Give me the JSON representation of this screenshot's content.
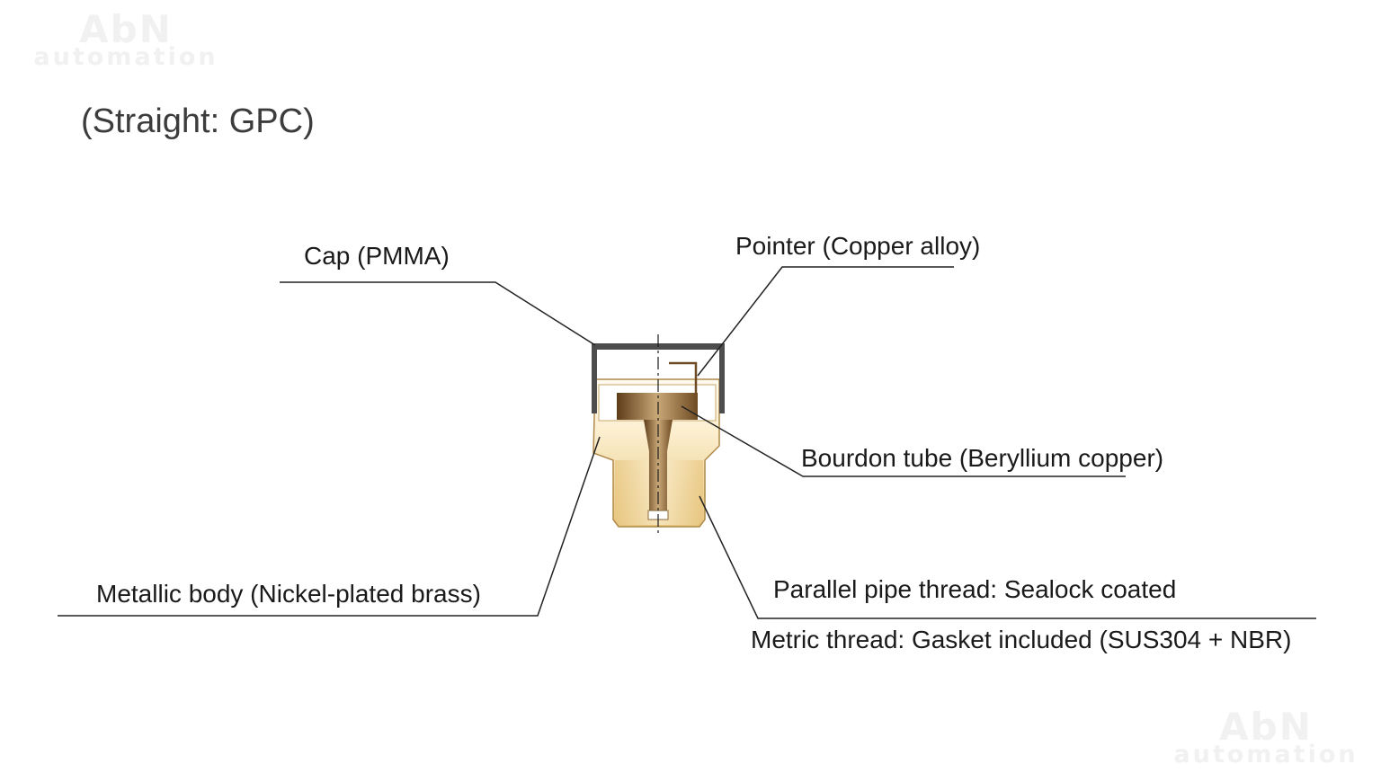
{
  "watermark": {
    "line1": "AbN",
    "line2": "automation"
  },
  "title": "(Straight: GPC)",
  "labels": {
    "cap": "Cap (PMMA)",
    "pointer": "Pointer (Copper alloy)",
    "bourdon_tube": "Bourdon tube (Beryllium copper)",
    "metallic_body": "Metallic body (Nickel-plated brass)",
    "thread_parallel": "Parallel pipe thread: Sealock coated",
    "thread_metric": "Metric thread: Gasket included (SUS304 + NBR)"
  },
  "colors": {
    "cap": "#4d4d4d",
    "body_light": "#fbf2d8",
    "body_dark": "#e6c47c",
    "bourdon_light": "#c9a878",
    "bourdon_dark": "#6e4a22",
    "leader": "#222222"
  }
}
